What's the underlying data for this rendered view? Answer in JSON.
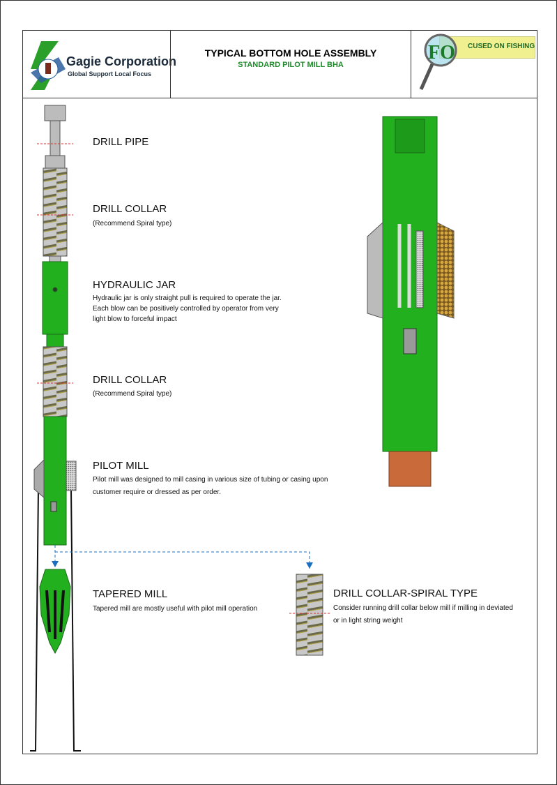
{
  "header": {
    "company": "Gagie Corporation",
    "tagline": "Global Support Local Focus",
    "title": "TYPICAL BOTTOM HOLE ASSEMBLY",
    "subtitle": "STANDARD PILOT MILL BHA",
    "badge_letters": "FO",
    "badge": "CUSED ON FISHING"
  },
  "components": [
    {
      "name": "DRILL PIPE"
    },
    {
      "name": "DRILL COLLAR",
      "desc": "(Recommend Spiral type)"
    },
    {
      "name": "HYDRAULIC JAR",
      "desc": [
        "Hydraulic jar is only straight pull is required to operate the jar.",
        "Each blow can be positively controlled by operator from very",
        "light blow to forceful impact"
      ]
    },
    {
      "name": "DRILL COLLAR",
      "desc": "(Recommend Spiral type)"
    },
    {
      "name": "PILOT MILL",
      "desc": [
        "Pilot mill was designed to mill casing in various size of tubing or casing upon",
        "customer require or dressed as per order."
      ]
    },
    {
      "name": "TAPERED MILL",
      "desc": "Tapered mill are mostly useful with pilot mill operation"
    },
    {
      "name": "DRILL COLLAR-SPIRAL TYPE",
      "desc": [
        "Consider running drill collar below mill if milling in deviated",
        "or in light string weight"
      ]
    }
  ],
  "colors": {
    "green": "#22a81e",
    "title_green": "#1e8a2a",
    "gray": "#b8b8b8",
    "arrow": "#1a6fc0"
  }
}
